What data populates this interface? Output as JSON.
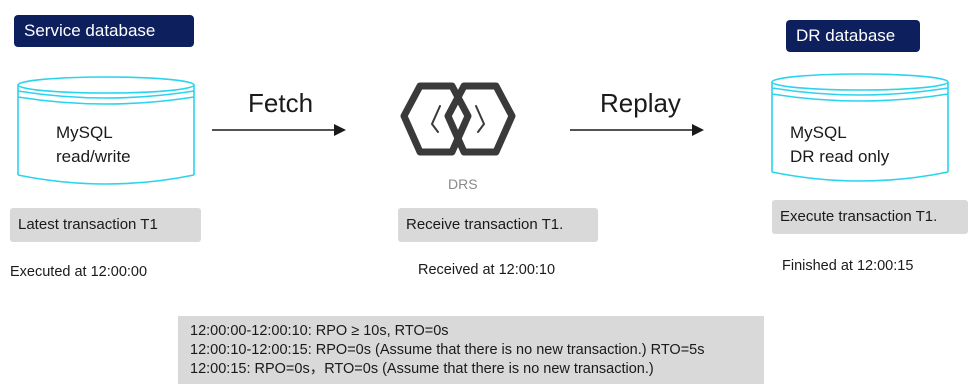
{
  "source": {
    "title": "Service database",
    "db_line1": "MySQL",
    "db_line2": "read/write",
    "status": "Latest transaction T1",
    "time": "Executed at 12:00:00"
  },
  "fetch_label": "Fetch",
  "drs": {
    "label": "DRS",
    "status": "Receive transaction T1.",
    "time": "Received at 12:00:10"
  },
  "replay_label": "Replay",
  "target": {
    "title": "DR database",
    "db_line1": "MySQL",
    "db_line2": "DR read only",
    "status": "Execute transaction T1.",
    "time": "Finished at 12:00:15"
  },
  "summary_lines": [
    "12:00:00-12:00:10: RPO ≥ 10s, RTO=0s",
    "12:00:10-12:00:15: RPO=0s (Assume that there is no new transaction.)  RTO=5s",
    "12:00:15: RPO=0s，RTO=0s (Assume that there is no new transaction.)"
  ],
  "colors": {
    "badge": "#0d1f5c",
    "cylinder": "#2ad4ee",
    "drs_icon": "#3a3a3a",
    "box": "#d9d9d9"
  }
}
